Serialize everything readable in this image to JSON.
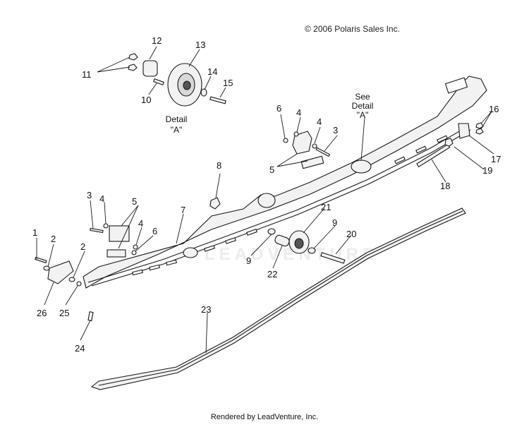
{
  "copyright": "© 2006 Polaris Sales Inc.",
  "footer": "Rendered by LeadVenture, Inc.",
  "watermark": "LEADVENTURE",
  "detail_label": {
    "line1": "Detail",
    "line2": "\"A\""
  },
  "see_detail_label": {
    "line1": "See",
    "line2": "Detail",
    "line3": "\"A\""
  },
  "callouts": [
    "1",
    "2",
    "2",
    "3",
    "3",
    "4",
    "4",
    "4",
    "4",
    "5",
    "5",
    "6",
    "6",
    "7",
    "8",
    "9",
    "9",
    "10",
    "11",
    "12",
    "13",
    "14",
    "15",
    "16",
    "17",
    "18",
    "19",
    "20",
    "21",
    "22",
    "23",
    "24",
    "25",
    "26"
  ],
  "colors": {
    "line": "#1a1a1a",
    "part_fill": "#f2f2f2",
    "dark": "#333333"
  }
}
